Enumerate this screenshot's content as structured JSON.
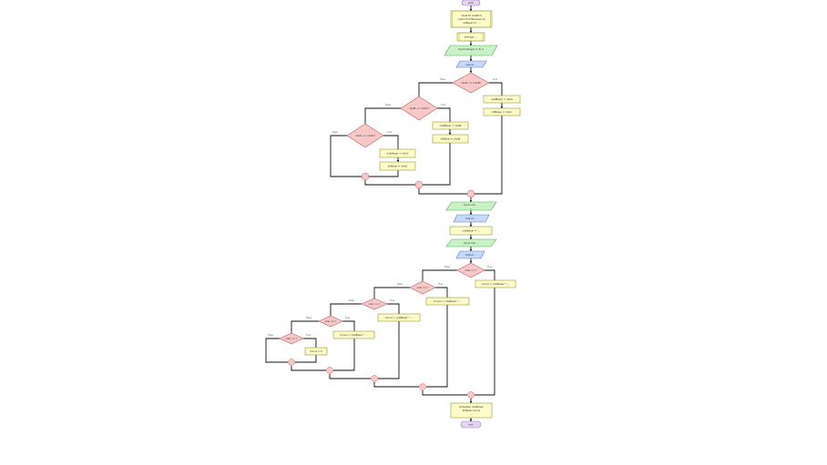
{
  "colors": {
    "terminal_fill": "#e6d4f5",
    "terminal_stroke": "#9a7ab8",
    "process_fill": "#fdfbc8",
    "process_stroke": "#9a9a40",
    "decision_fill": "#f6c8c8",
    "decision_stroke": "#c06060",
    "input_fill": "#c9f3c6",
    "input_stroke": "#5ea85a",
    "output_fill": "#c6d9fb",
    "output_stroke": "#5a7ec0",
    "junction_fill": "#f6c8c8",
    "line": "#111111"
  },
  "nodes": {
    "start": "start",
    "init": [
      "nilaiA=0 nilaiB=0",
      "nilaiC=0 bilTerbesar=0",
      "bilBesar=0 …"
    ],
    "declare_sub": "bilangan ...",
    "input_abc": [
      "Input bilangan A, B, C",
      "..."
    ],
    "output_abc": "output ...",
    "d1": "nilaiA >= nilaiB?",
    "p1a": "nilaiBesar = nilaiA",
    "p1b": "bilBesar = nilaiA",
    "d2": "nilaiB >= nilaiC?",
    "p2a": "nilaiBesar = nilaiB",
    "p2b": "bilBesar = nilaiB",
    "d3": "nilaiA >= nilaiC?",
    "p3a": "nilaiBesar = nilaiC",
    "p3b": "bilBesar = nilaiC",
    "input2": [
      "Input nilai ...",
      "..."
    ],
    "output2": "output ...",
    "process2": "nilaiBesar = ...",
    "input3": "Input nilai ...",
    "output3": "Output ...",
    "e1": "nilai >= ?",
    "q1": "bonus = nilaiBesar * ...",
    "e2": "nilai >= ?",
    "q2": "bonus = nilaiBesar * ...",
    "e3": "nilai >= ?",
    "q3": "bonus = nilaiBesar * ...",
    "e4": "nilai >= ?",
    "q4": "bonus = nilaiBesar * ...",
    "e5": "nilai >= ?",
    "q5": "bonus = 0",
    "final": [
      "tampilkan nilaiBesar",
      "bilBesar bonus",
      "..."
    ],
    "end": "end"
  },
  "labels": {
    "yes": "True",
    "no": "False"
  }
}
